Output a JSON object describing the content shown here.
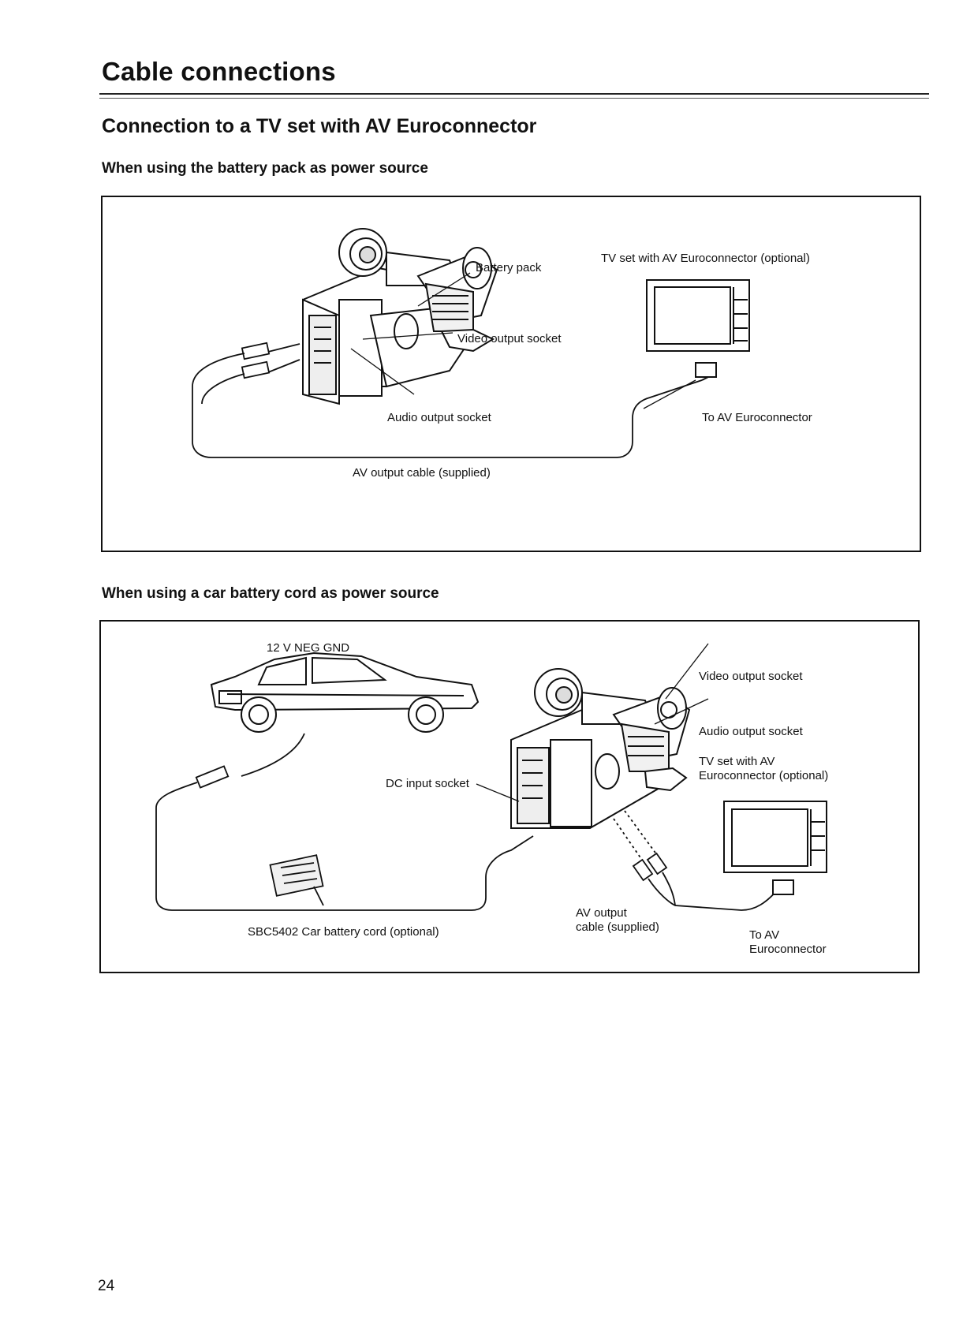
{
  "page": {
    "title": "Cable connections",
    "section_title": "Connection to a TV set with AV Euroconnector",
    "page_number": "24"
  },
  "panel1": {
    "heading": "When using the battery pack as power source",
    "labels": {
      "battery_pack": "Battery pack",
      "tv_set": "TV set with AV Euroconnector (optional)",
      "video_output": "Video output socket",
      "audio_output": "Audio output socket",
      "to_av": "To AV Euroconnector",
      "av_cable": "AV output cable (supplied)"
    }
  },
  "panel2": {
    "heading": "When using a car battery cord as power source",
    "labels": {
      "neg_gnd": "12 V NEG GND",
      "video_output": "Video output socket",
      "audio_output": "Audio output socket",
      "tv_set_line1": "TV set with AV",
      "tv_set_line2": "Euroconnector (optional)",
      "dc_input": "DC input socket",
      "av_cable_line1": "AV output",
      "av_cable_line2": "cable (supplied)",
      "car_cord": "SBC5402 Car battery cord (optional)",
      "to_av_line1": "To AV",
      "to_av_line2": "Euroconnector"
    }
  }
}
